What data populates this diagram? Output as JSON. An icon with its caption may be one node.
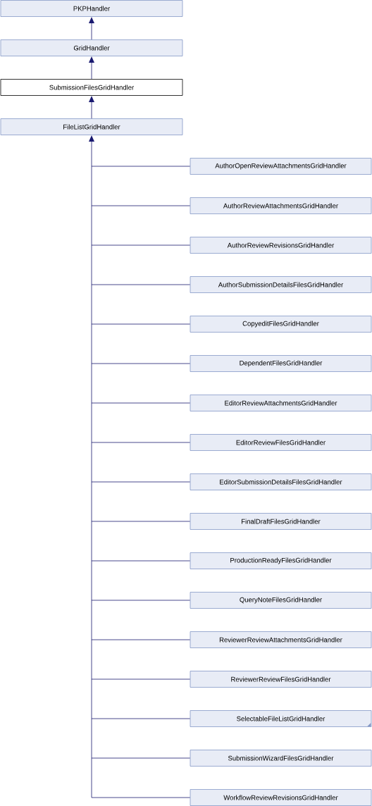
{
  "diagram": {
    "nodes": [
      {
        "text": [
          "PKPHandler"
        ]
      },
      {
        "text": [
          "GridHandler"
        ]
      },
      {
        "text": [
          "SubmissionFilesGridHandler"
        ]
      },
      {
        "text": [
          "FileListGridHandler"
        ]
      },
      {
        "text": [
          "AuthorOpenReviewAttachmentsGridHandler"
        ]
      },
      {
        "text": [
          "AuthorReviewAttachmentsGridHandler"
        ]
      },
      {
        "text": [
          "AuthorReviewRevisionsGridHandler"
        ]
      },
      {
        "text": [
          "AuthorSubmissionDetailsFilesGridHandler"
        ]
      },
      {
        "text": [
          "CopyeditFilesGridHandler"
        ]
      },
      {
        "text": [
          "DependentFilesGridHandler"
        ]
      },
      {
        "text": [
          "EditorReviewAttachmentsGridHandler"
        ]
      },
      {
        "text": [
          "EditorReviewFilesGridHandler"
        ]
      },
      {
        "text": [
          "EditorSubmissionDetailsFilesGridHandler"
        ]
      },
      {
        "text": [
          "FinalDraftFilesGridHandler"
        ]
      },
      {
        "text": [
          "ProductionReadyFilesGridHandler"
        ]
      },
      {
        "text": [
          "QueryNoteFilesGridHandler"
        ]
      },
      {
        "text": [
          "ReviewerReviewAttachmentsGridHandler"
        ]
      },
      {
        "text": [
          "ReviewerReviewFilesGridHandler"
        ]
      },
      {
        "text": [
          "SelectableFileListGridHandler"
        ]
      },
      {
        "text": [
          "SubmissionWizardFilesGridHandler"
        ]
      },
      {
        "text": [
          "WorkflowReviewRevisionsGridHandler"
        ]
      }
    ],
    "edges": [
      {
        "from": 1,
        "to": 0,
        "arrow": "to"
      },
      {
        "from": 2,
        "to": 1,
        "arrow": "to"
      },
      {
        "from": 3,
        "to": 2,
        "arrow": "to"
      },
      {
        "from": 4,
        "to": 3,
        "arrow": "to"
      },
      {
        "from": 5,
        "to": 3,
        "arrow": "to"
      },
      {
        "from": 6,
        "to": 3,
        "arrow": "to"
      },
      {
        "from": 7,
        "to": 3,
        "arrow": "to"
      },
      {
        "from": 8,
        "to": 3,
        "arrow": "to"
      },
      {
        "from": 9,
        "to": 3,
        "arrow": "to"
      },
      {
        "from": 10,
        "to": 3,
        "arrow": "to"
      },
      {
        "from": 11,
        "to": 3,
        "arrow": "to"
      },
      {
        "from": 12,
        "to": 3,
        "arrow": "to"
      },
      {
        "from": 13,
        "to": 3,
        "arrow": "to"
      },
      {
        "from": 14,
        "to": 3,
        "arrow": "to"
      },
      {
        "from": 15,
        "to": 3,
        "arrow": "to"
      },
      {
        "from": 16,
        "to": 3,
        "arrow": "to"
      },
      {
        "from": 17,
        "to": 3,
        "arrow": "to"
      },
      {
        "from": 18,
        "to": 3,
        "arrow": "to"
      },
      {
        "from": 19,
        "to": 3,
        "arrow": "to"
      },
      {
        "from": 20,
        "to": 3,
        "arrow": "to"
      }
    ]
  }
}
